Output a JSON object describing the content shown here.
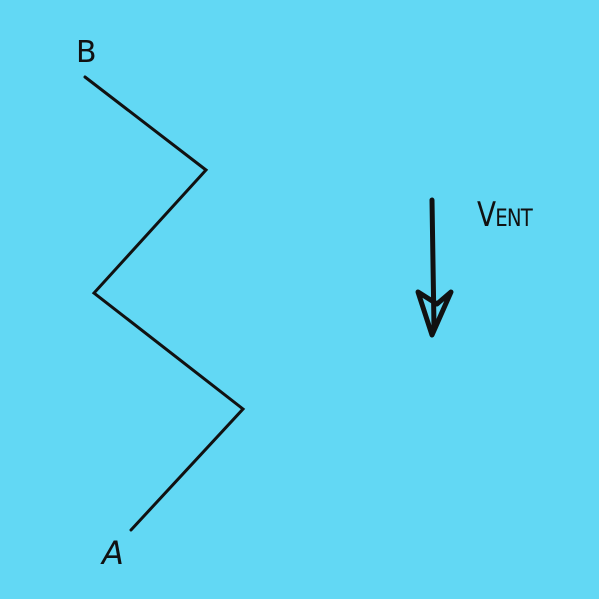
{
  "diagram": {
    "background_color": "#62d8f4",
    "stroke_color": "#111111",
    "labels": {
      "start_point": "A",
      "end_point": "B",
      "wind": "Vent"
    },
    "icons": {
      "wind_direction": "down-arrow-icon"
    }
  }
}
